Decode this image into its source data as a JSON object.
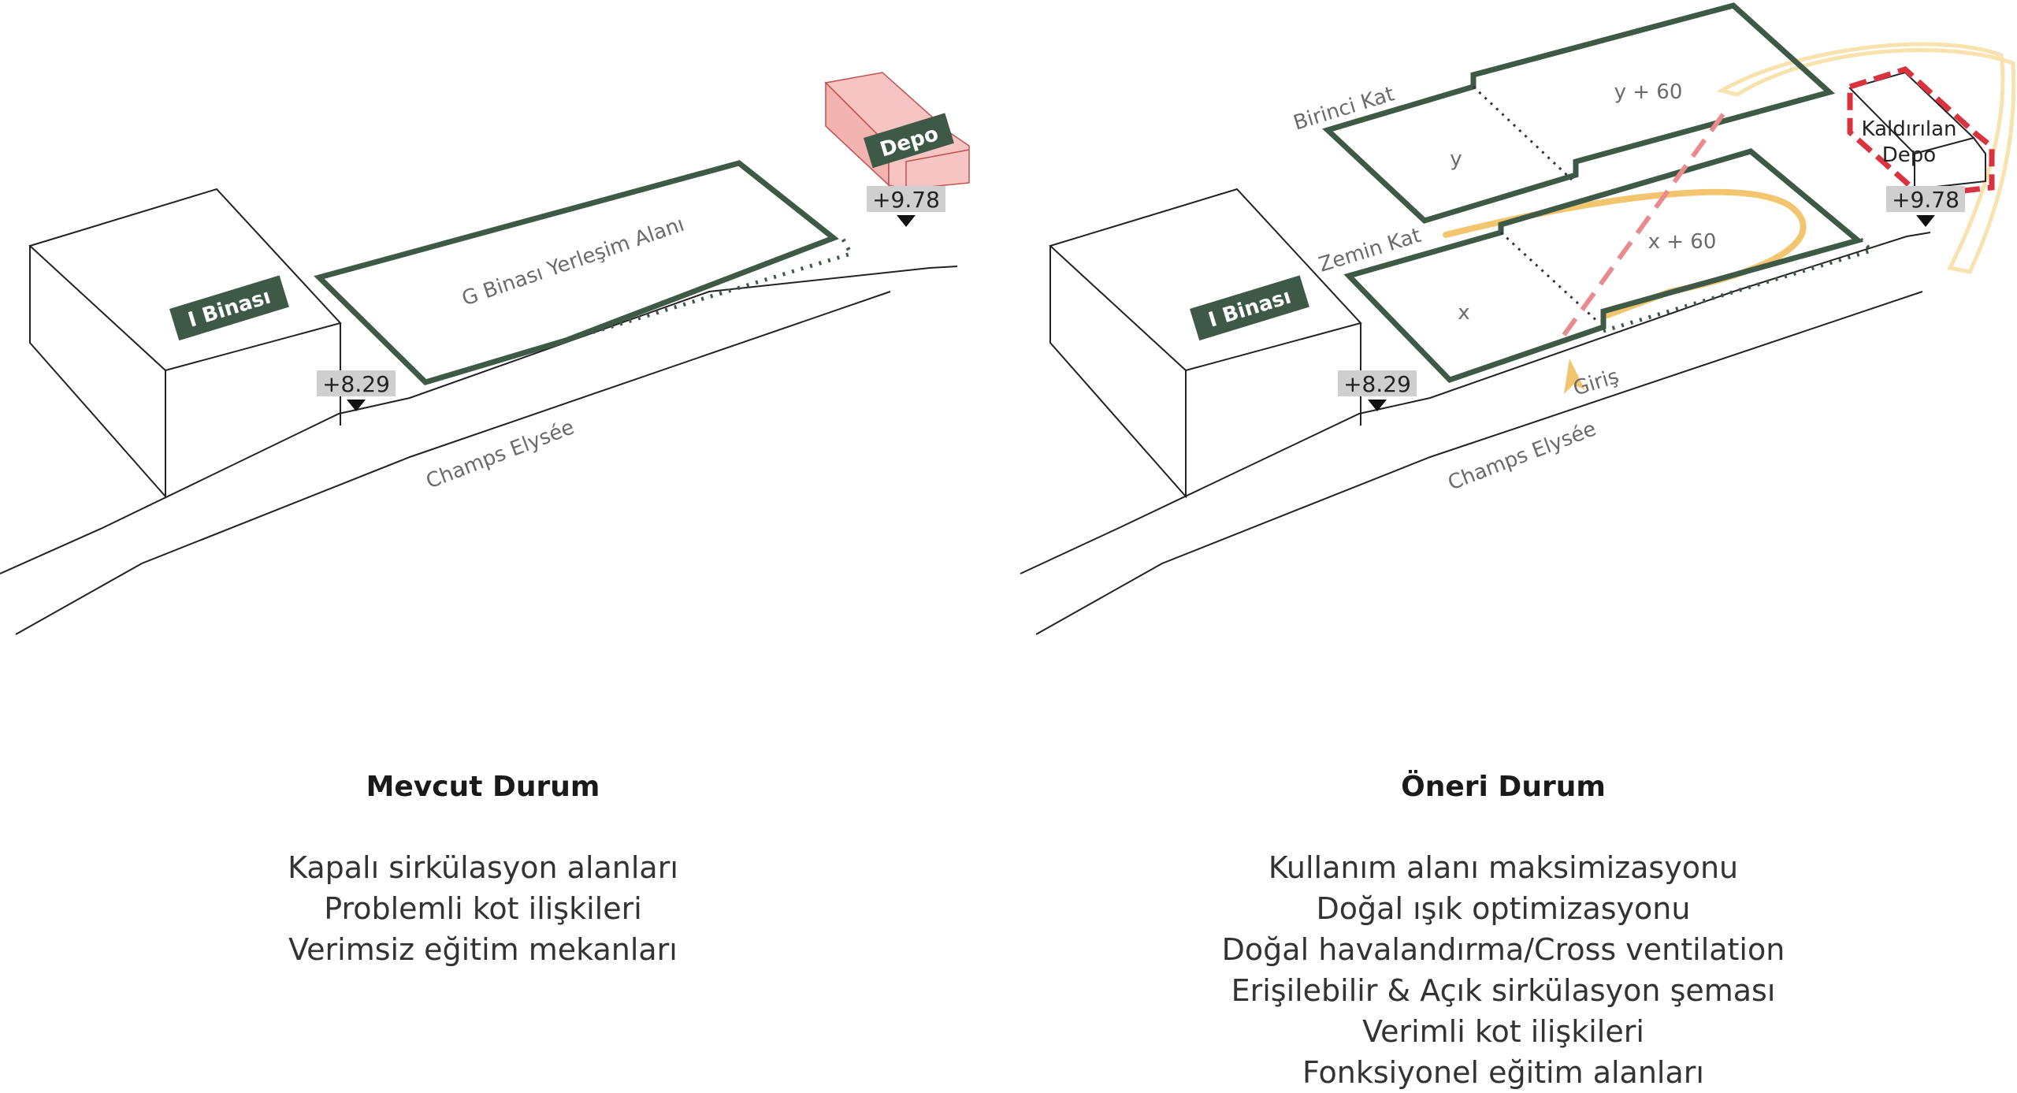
{
  "left_panel": {
    "building_label": "I Binası",
    "site_label": "G Binası Yerleşim Alanı",
    "depo_label": "Depo",
    "level_low": "+8.29",
    "level_high": "+9.78",
    "street_label": "Champs Elysée"
  },
  "right_panel": {
    "building_label": "I Binası",
    "first_floor_label": "Birinci Kat",
    "ground_floor_label": "Zemin Kat",
    "area_y": "y",
    "area_y60": "y + 60",
    "area_x": "x",
    "area_x60": "x + 60",
    "removed_depo_line1": "Kaldırılan",
    "removed_depo_line2": "Depo",
    "entrance_label": "Giriş",
    "level_low": "+8.29",
    "level_high": "+9.78",
    "street_label": "Champs Elysée"
  },
  "captions": {
    "left": {
      "title": "Mevcut Durum",
      "lines": [
        "Kapalı sirkülasyon alanları",
        "Problemli kot ilişkileri",
        "Verimsiz eğitim mekanları"
      ]
    },
    "right": {
      "title": "Öneri Durum",
      "lines": [
        "Kullanım alanı maksimizasyonu",
        "Doğal ışık optimizasyonu",
        "Doğal havalandırma/Cross ventilation",
        "Erişilebilir & Açık sirkülasyon şeması",
        "Verimli kot ilişkileri",
        "Fonksiyonel eğitim alanları"
      ]
    }
  },
  "colors": {
    "green": "#3e5a47",
    "line": "#222222",
    "depo_fill": "#f6c5c3",
    "red_dash": "#d9333f",
    "pink_dash": "#e98a8f",
    "yellow": "#f2c56e",
    "level_box": "#cfcfcf"
  }
}
